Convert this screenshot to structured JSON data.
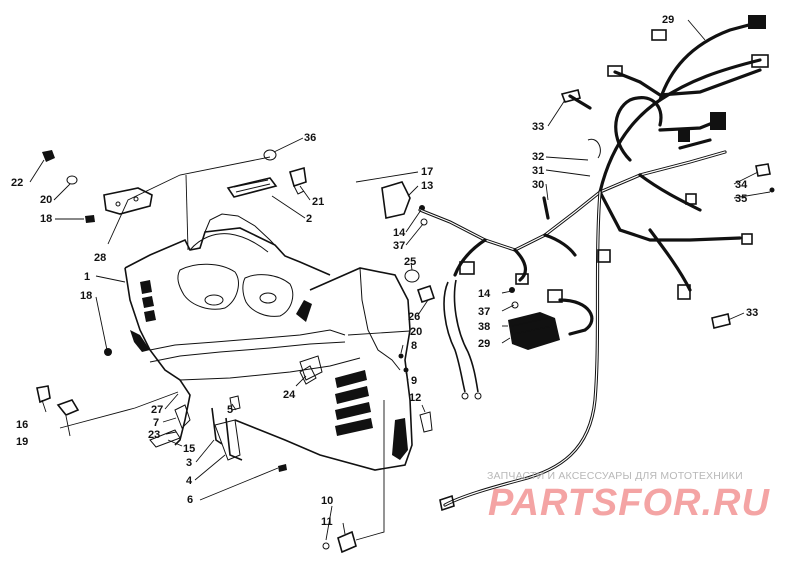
{
  "labels": [
    "1",
    "2",
    "3",
    "4",
    "5",
    "6",
    "7",
    "8",
    "9",
    "10",
    "11",
    "12",
    "13",
    "14",
    "15",
    "16",
    "17",
    "18",
    "19",
    "20",
    "21",
    "22",
    "23",
    "24",
    "25",
    "26",
    "27",
    "28",
    "29",
    "30",
    "31",
    "32",
    "33",
    "34",
    "35",
    "36",
    "37",
    "38"
  ],
  "watermark": {
    "subtitle": "ЗАПЧАСТИ И АКСЕССУАРЫ ДЛЯ МОТОТЕХНИКИ",
    "logo": "PARTSFOR.RU"
  },
  "colors": {
    "line": "#111111",
    "watermark_logo": "#f4a4a4",
    "watermark_text": "#b8b8b8"
  }
}
